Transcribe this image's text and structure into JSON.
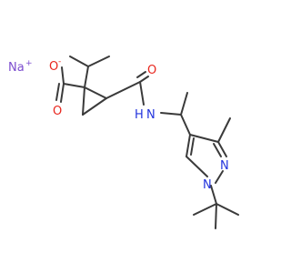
{
  "structure": {
    "counter_ion": {
      "symbol": "Na",
      "charge": "+"
    },
    "carboxylate_oxygen_anion": {
      "symbol": "O",
      "charge": "-"
    },
    "carboxylate_oxygen_double": {
      "symbol": "O"
    },
    "amide_oxygen": {
      "symbol": "O"
    },
    "amide_nitrogen": {
      "symbol": "N",
      "hydrogen": "H"
    },
    "pyrazole_n1": {
      "symbol": "N"
    },
    "pyrazole_n2": {
      "symbol": "N"
    }
  },
  "colors": {
    "bond": "#3a3a3a",
    "oxygen": "#e8261d",
    "nitrogen": "#2233dd",
    "sodium": "#7c4dcf",
    "carbon": "#3a3a3a"
  }
}
